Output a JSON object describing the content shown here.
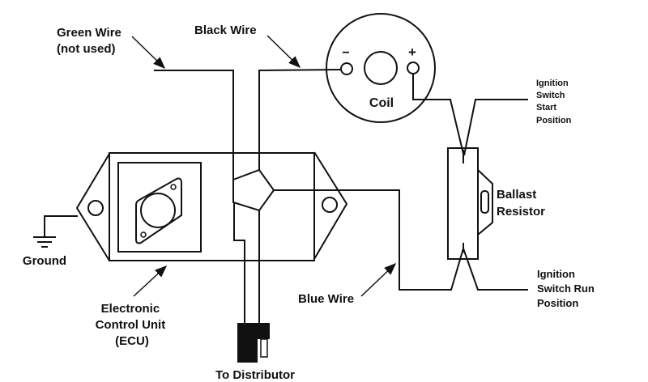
{
  "labels": {
    "green_wire": [
      "Green Wire",
      "(not used)"
    ],
    "black_wire": "Black Wire",
    "coil": "Coil",
    "coil_negative": "−",
    "coil_positive": "+",
    "ignition_start": [
      "Ignition",
      "Switch",
      "Start",
      "Position"
    ],
    "ballast": [
      "Ballast",
      "Resistor"
    ],
    "ignition_run": [
      "Ignition",
      "Switch Run",
      "Position"
    ],
    "blue_wire": "Blue Wire",
    "ground": "Ground",
    "ecu": [
      "Electronic",
      "Control Unit",
      "(ECU)"
    ],
    "distributor": "To Distributor"
  },
  "colors": {
    "line": "#111111",
    "background": "#ffffff"
  }
}
